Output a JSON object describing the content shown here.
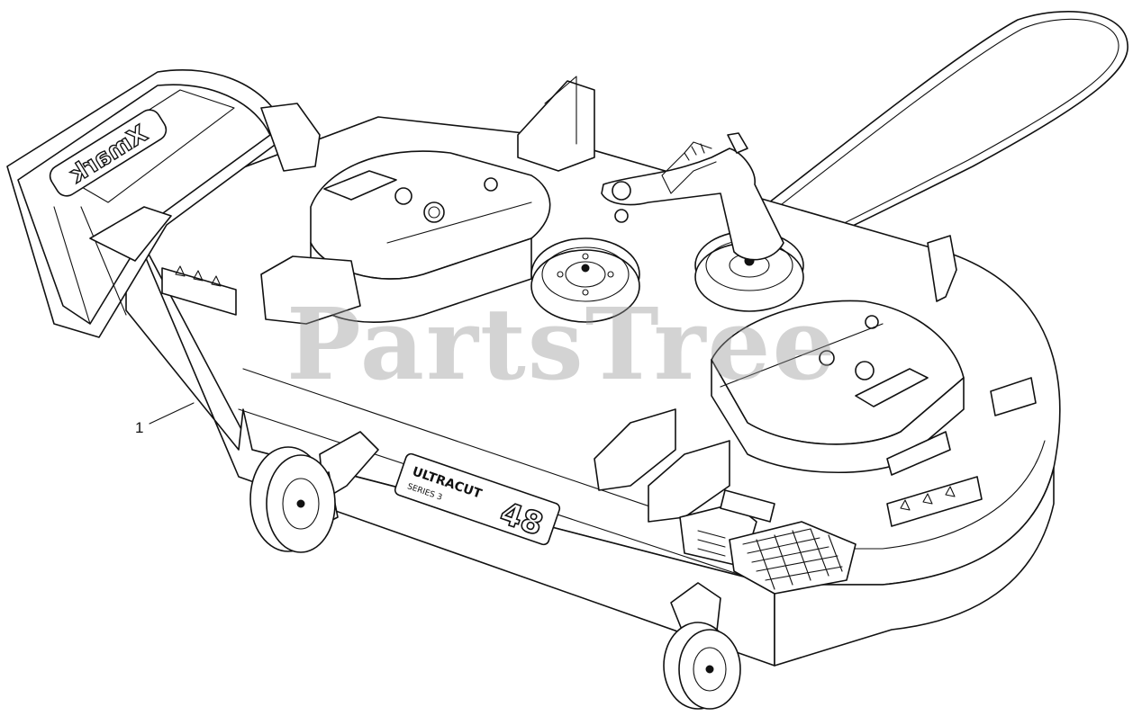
{
  "callout": {
    "part_number": "1"
  },
  "watermark": {
    "text": "PartsTree",
    "color": "#969696"
  },
  "deck_logo": {
    "text": "ULTRACUT",
    "sub": "SERIES 3",
    "size": "48"
  },
  "brand_logo": {
    "text": "Xmark"
  },
  "icons": [
    "mower-deck-assembly",
    "pulley",
    "idler-arm",
    "belt",
    "caster-wheel",
    "warning-decal"
  ]
}
